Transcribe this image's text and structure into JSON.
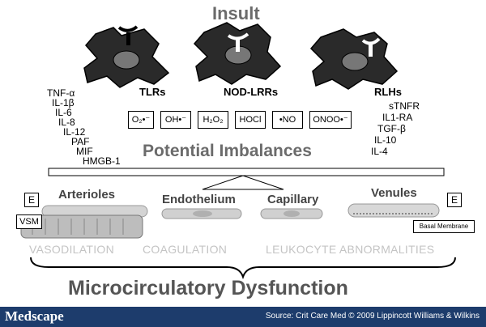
{
  "insult_title": "Insult",
  "receptors": [
    {
      "label": "TLRs"
    },
    {
      "label": "NOD-LRRs"
    },
    {
      "label": "RLHs"
    }
  ],
  "proinflammatory": [
    "TNF-α",
    "IL-1β",
    "IL-6",
    "IL-8",
    "IL-12",
    "PAF",
    "MIF",
    "HMGB-1"
  ],
  "antiinflammatory": [
    "sTNFR",
    "IL1-RA",
    "TGF-β",
    "IL-10",
    "IL-4"
  ],
  "reactive_species": [
    {
      "label": "O₂•⁻"
    },
    {
      "label": "OH•⁻"
    },
    {
      "label": "H₂O₂"
    },
    {
      "label": "HOCl"
    },
    {
      "label": "•NO"
    },
    {
      "label": "ONOO•⁻"
    }
  ],
  "imbalance_title": "Potential Imbalances",
  "vessels": {
    "arterioles": "Arterioles",
    "endothelium": "Endothelium",
    "capillary": "Capillary",
    "venules": "Venules"
  },
  "labels": {
    "e_left": "E",
    "e_right": "E",
    "vsm": "VSM",
    "basal_membrane": "Basal Membrane"
  },
  "outcomes": [
    "VASODILATION",
    "COAGULATION",
    "LEUKOCYTE ABNORMALITIES"
  ],
  "dysfunction_title": "Microcirculatory Dysfunction",
  "footer": {
    "brand": "Medscape",
    "source": "Source: Crit Care Med © 2009 Lippincott Williams & Wilkins"
  }
}
